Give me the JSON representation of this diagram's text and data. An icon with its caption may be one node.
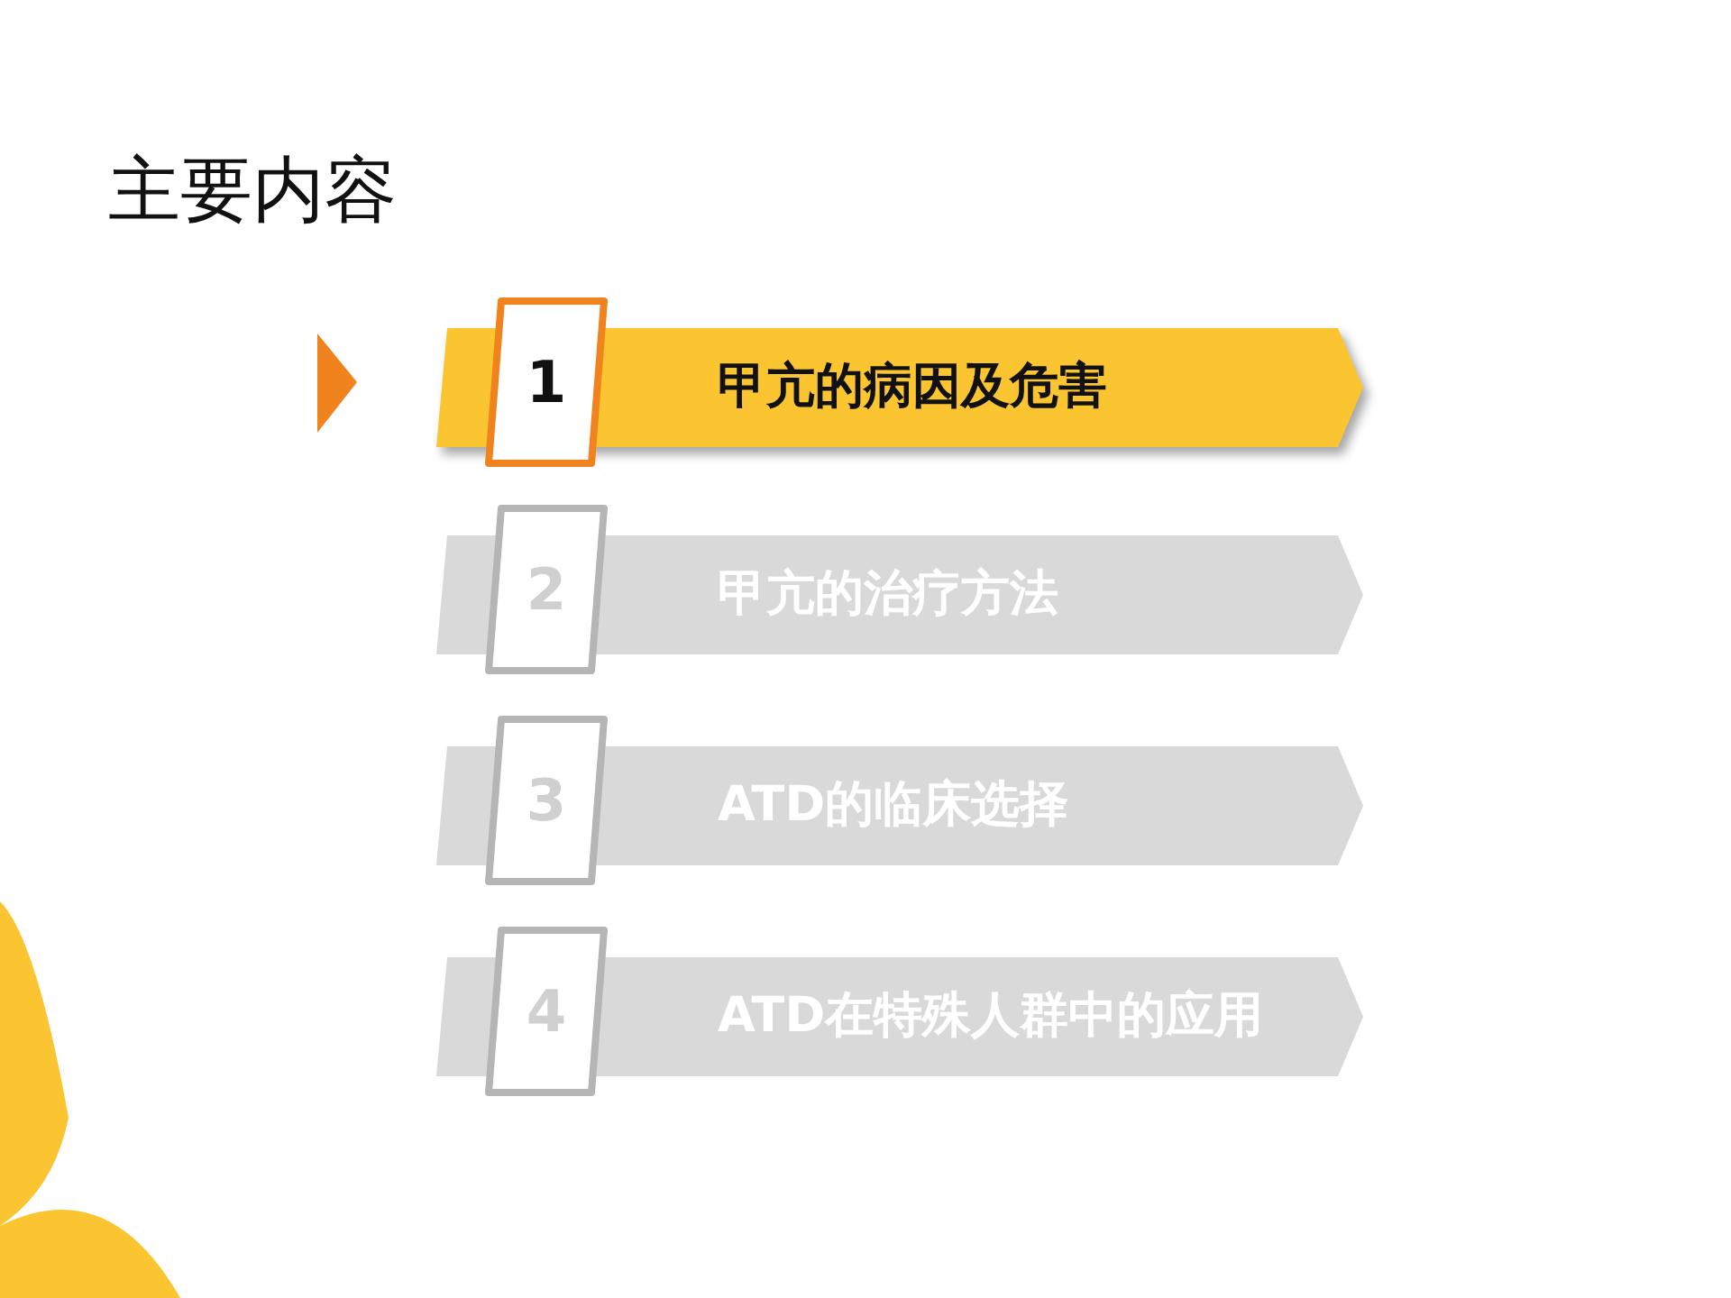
{
  "diagram": {
    "title": "主要内容",
    "nodes": [
      {
        "text": [
          "1",
          "甲亢的病因及危害"
        ]
      },
      {
        "text": [
          "2",
          "甲亢的治疗方法"
        ]
      },
      {
        "text": [
          "3",
          "ATD的临床选择"
        ]
      },
      {
        "text": [
          "4",
          "ATD在特殊人群中的应用"
        ]
      }
    ]
  }
}
